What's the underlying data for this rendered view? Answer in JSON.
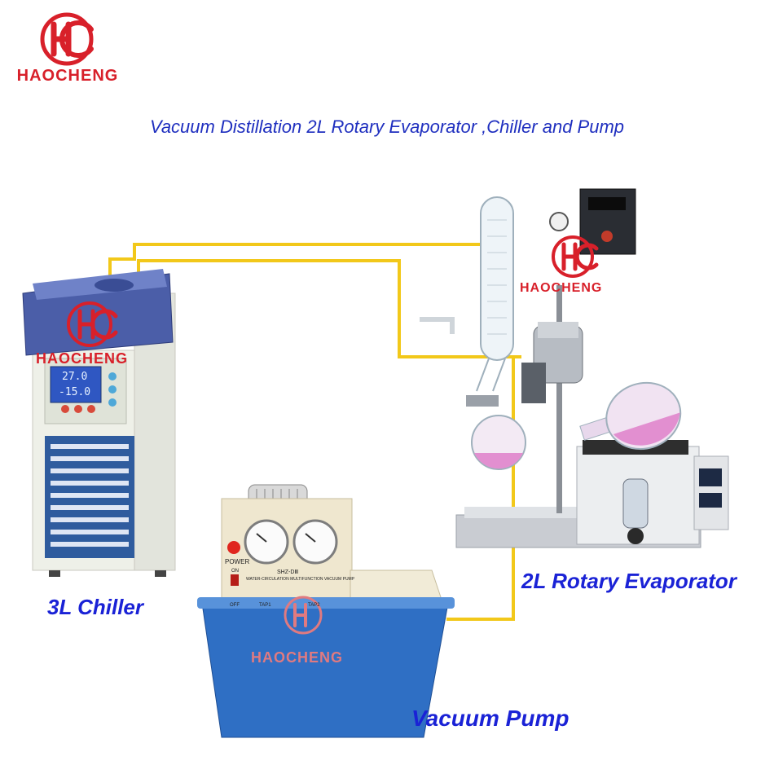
{
  "brand": {
    "name": "HAOCHENG",
    "monogram": "HC",
    "color": "#d8202a"
  },
  "title": "Vacuum Distillation 2L Rotary Evaporator ,Chiller and Pump",
  "labels": {
    "chiller": "3L Chiller",
    "evaporator": "2L Rotary Evaporator",
    "pump": "Vacuum Pump"
  },
  "chiller_panel": {
    "reading_top": "27.0",
    "reading_bottom": "-15.0"
  },
  "pump_panel": {
    "power": "POWER",
    "on": "ON",
    "off": "OFF",
    "model": "SHZ-DⅢ",
    "caption": "WATER-CIRCULATION MULTIFUNCTION VACUUM PUMP",
    "tap1": "TAP1",
    "tap2": "TAP2"
  },
  "colors": {
    "title": "#1f2fbf",
    "labels": "#1a22d6",
    "hose": "#f2c81a",
    "chiller_top": "#3b4f9e",
    "pump_tank": "#2f6fc4",
    "liquid": "#e28fd0"
  }
}
